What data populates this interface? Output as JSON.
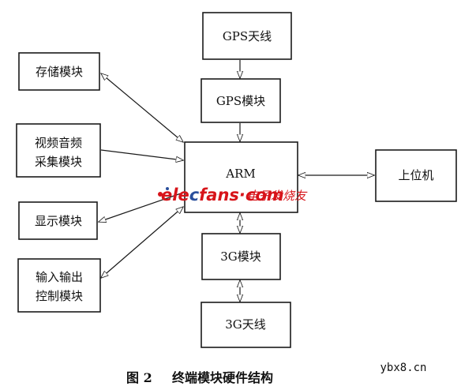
{
  "blocks": {
    "gps_antenna": "GPS天线",
    "gps_module": "GPS模块",
    "storage": "存储模块",
    "video_audio": [
      "视频音频",
      "采集模块"
    ],
    "arm": "ARM",
    "display": "显示模块",
    "io_control": [
      "输入输出",
      "控制模块"
    ],
    "module_3g": "3G模块",
    "antenna_3g": "3G天线",
    "host": "上位机"
  },
  "caption": {
    "figure_no": "图 2",
    "title": "终端模块硬件结构"
  },
  "watermark": {
    "logo_prefix": "ele",
    "logo_mid": "c",
    "logo_suffix": "fans·com",
    "tagline": "电子发烧友"
  },
  "site_mark": "ybx8.cn",
  "colors": {
    "line": "#1a1a1a",
    "watermark_red": "#d7141a",
    "watermark_blue": "#2a4f9c"
  }
}
